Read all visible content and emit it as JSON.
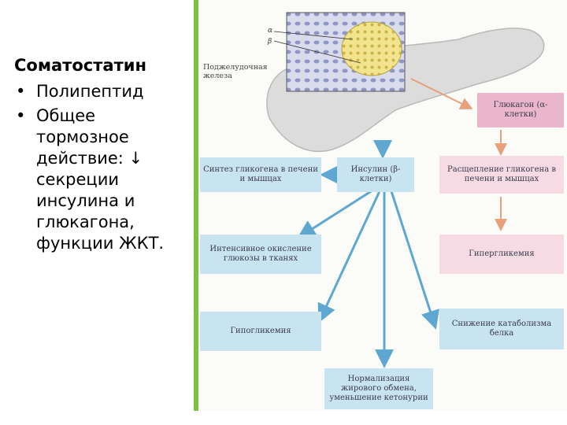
{
  "slide": {
    "title": "Соматостатин",
    "bullets": [
      "Полипептид",
      "Общее тормозное действие: ↓ секреции инсулина и глюкагона, функции ЖКТ."
    ],
    "bullet_glyph": "•"
  },
  "figure": {
    "gland_label": "Поджелудочная железа",
    "cell_labels": [
      "α",
      "β"
    ],
    "nodes": {
      "glucagon": "Глюкагон (α-клетки)",
      "insulin": "Инсулин (β-клетки)",
      "glycogen_synthesis": "Синтез гликогена в печени и мышцах",
      "glycogenolysis": "Расщепление гликогена в печени и мышцах",
      "glucose_oxidation": "Интенсивное окисление глюкозы в тканях",
      "hyperglycemia": "Гипергликемия",
      "hypoglycemia": "Гипогликемия",
      "protein_catabolism": "Снижение катаболизма белка",
      "fat_metabolism": "Нормализация жирового обмена, уменьшение кетонурии"
    }
  },
  "colors": {
    "insulin_path": "#c9e4f1",
    "glucagon_path": "#f6dbe5",
    "glucagon_node": "#e9b6cb",
    "blue_arrow": "#5ea7d1",
    "orange_arrow": "#e8a07a",
    "accent_green": "#7dc142"
  }
}
